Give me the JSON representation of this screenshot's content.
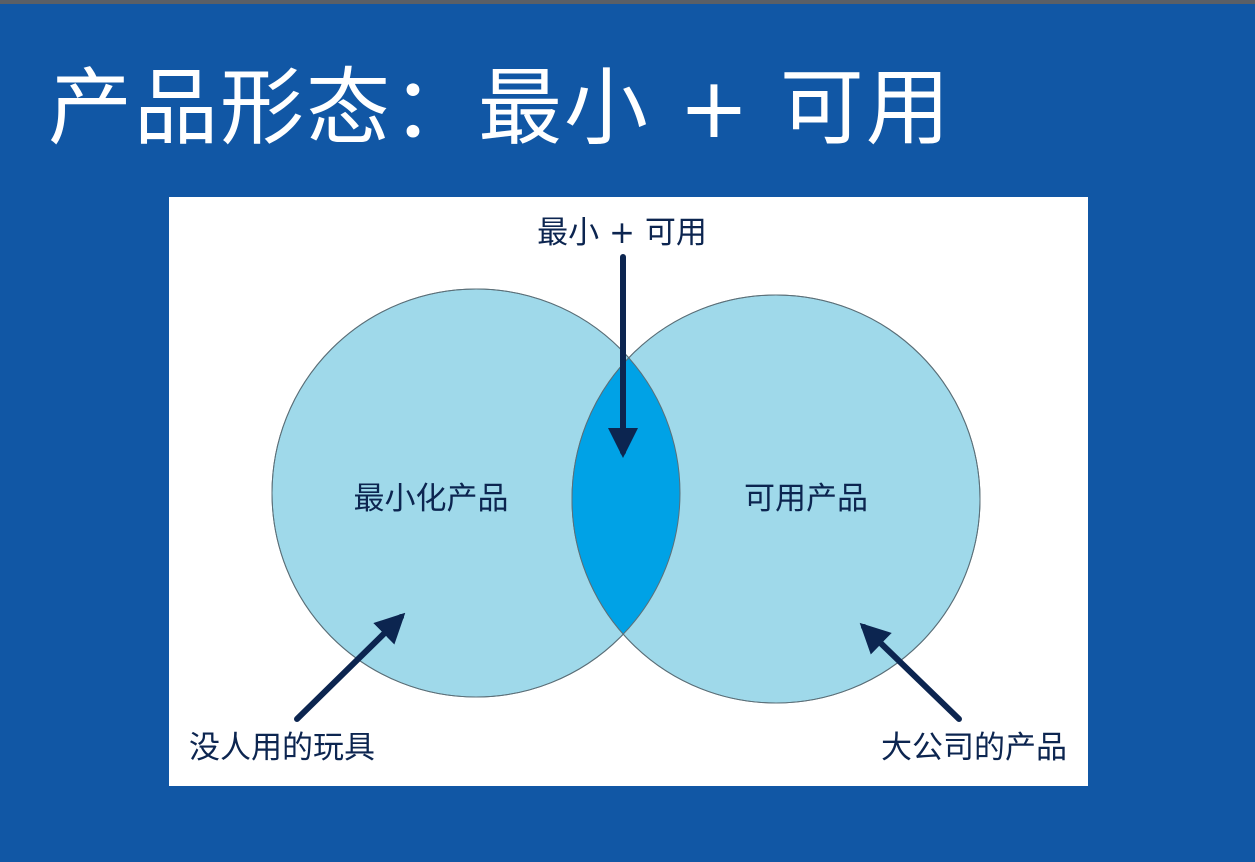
{
  "slide": {
    "title": "产品形态：最小 + 可用"
  },
  "diagram": {
    "top_label": "最小 + 可用",
    "left_circle_label": "最小化产品",
    "right_circle_label": "可用产品",
    "bottom_left_label": "没人用的玩具",
    "bottom_right_label": "大公司的产品",
    "colors": {
      "background": "#1157a5",
      "panel": "#ffffff",
      "circle_fill": "#9fd9ea",
      "intersection_fill": "#00a2e6",
      "arrow": "#0c2550",
      "label_text": "#0c2550"
    }
  }
}
